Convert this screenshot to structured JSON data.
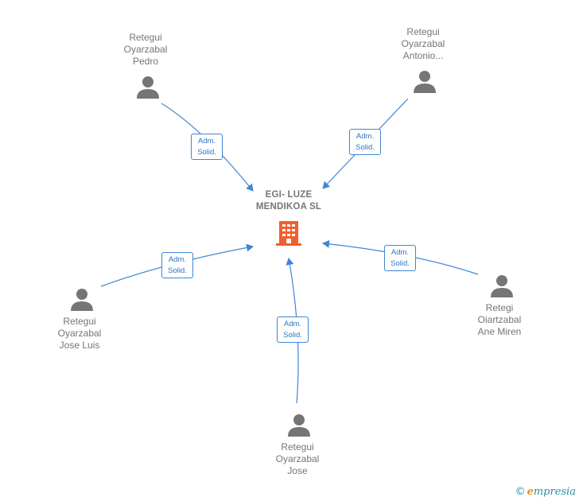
{
  "center": {
    "name_lines": [
      "EGI- LUZE",
      "MENDIKOA SL"
    ],
    "icon": "building-icon",
    "color": "#f0602e"
  },
  "people": [
    {
      "id": "pedro",
      "name_lines": [
        "Retegui",
        "Oyarzabal",
        "Pedro"
      ],
      "icon": "person-icon"
    },
    {
      "id": "antonio",
      "name_lines": [
        "Retegui",
        "Oyarzabal",
        "Antonio..."
      ],
      "icon": "person-icon"
    },
    {
      "id": "jose-luis",
      "name_lines": [
        "Retegui",
        "Oyarzabal",
        "Jose Luis"
      ],
      "icon": "person-icon"
    },
    {
      "id": "ane-miren",
      "name_lines": [
        "Retegi",
        "Oiartzabal",
        "Ane Miren"
      ],
      "icon": "person-icon"
    },
    {
      "id": "jose",
      "name_lines": [
        "Retegui",
        "Oyarzabal",
        "Jose"
      ],
      "icon": "person-icon"
    }
  ],
  "edges": [
    {
      "from": "pedro",
      "role_lines": [
        "Adm.",
        "Solid."
      ]
    },
    {
      "from": "antonio",
      "role_lines": [
        "Adm.",
        "Solid."
      ]
    },
    {
      "from": "jose-luis",
      "role_lines": [
        "Adm.",
        "Solid."
      ]
    },
    {
      "from": "ane-miren",
      "role_lines": [
        "Adm.",
        "Solid."
      ]
    },
    {
      "from": "jose",
      "role_lines": [
        "Adm.",
        "Solid."
      ]
    }
  ],
  "colors": {
    "edge": "#3f86d6",
    "person": "#757575",
    "label": "#757575"
  },
  "footer": {
    "copyright_symbol": "©",
    "brand_first": "e",
    "brand_rest": "mpresia",
    "brand_icon": "empresia-logo"
  }
}
